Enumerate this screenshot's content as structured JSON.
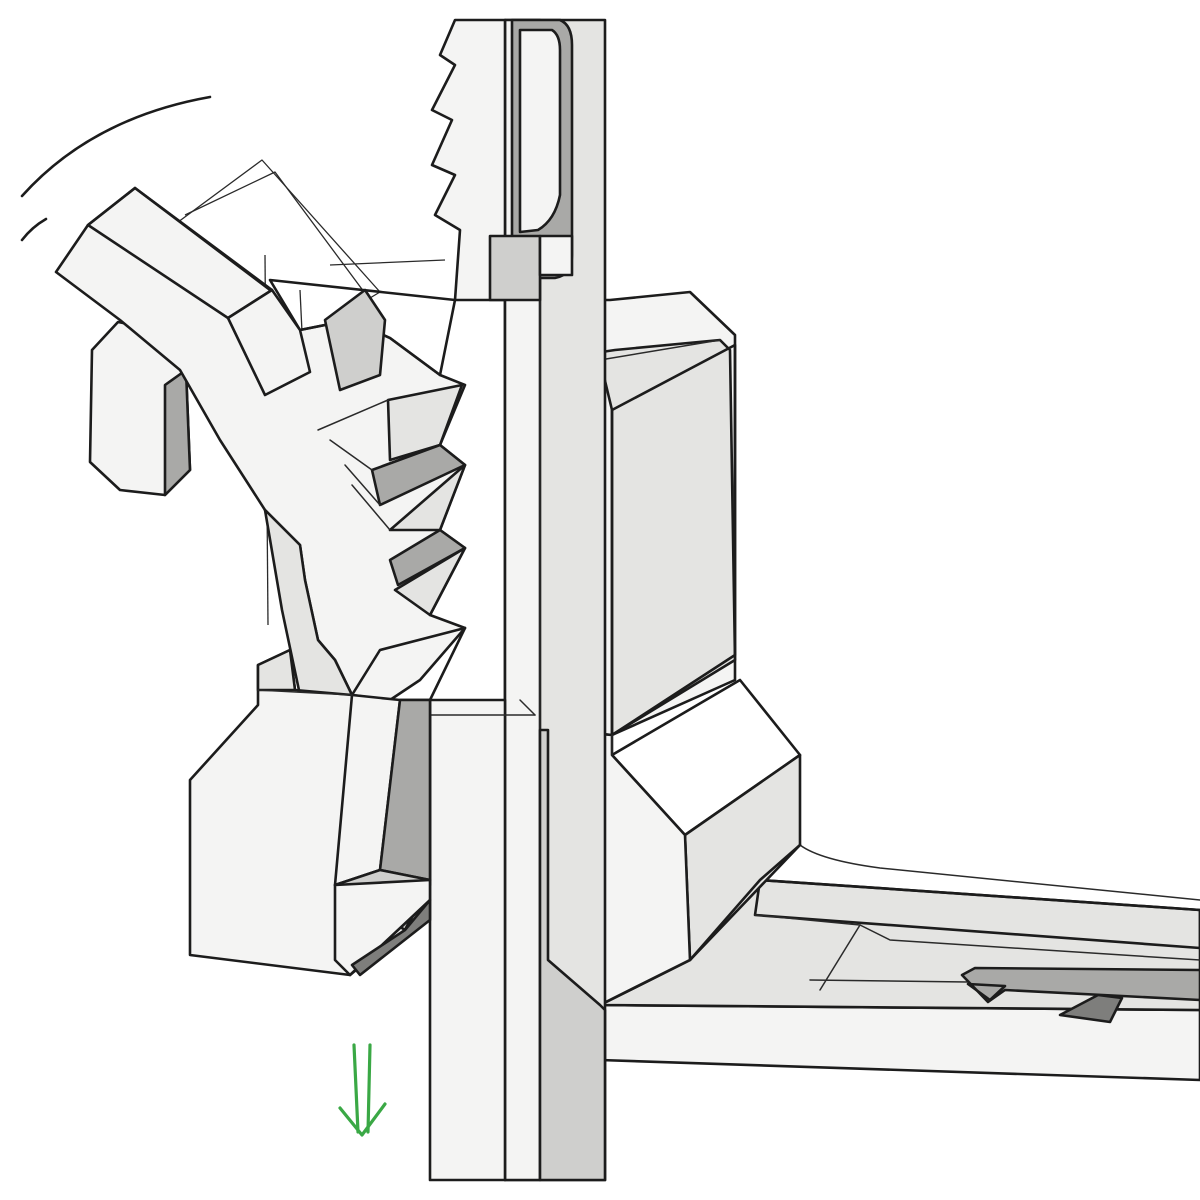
{
  "diagram": {
    "kind": "mechanical sketch",
    "colors": {
      "highlight": "#6cc75a",
      "arrow": "#3aa845",
      "ink": "#1c1c1c",
      "paper": "#ffffff"
    },
    "parts": [
      {
        "id": "vertical-rack",
        "shown": true
      },
      {
        "id": "pawl-lever",
        "shown": true
      },
      {
        "id": "housing-block",
        "shown": true
      },
      {
        "id": "horizontal-rail",
        "shown": true
      },
      {
        "id": "rotation-arc",
        "shown": true
      },
      {
        "id": "down-arrow",
        "shown": true
      }
    ]
  }
}
